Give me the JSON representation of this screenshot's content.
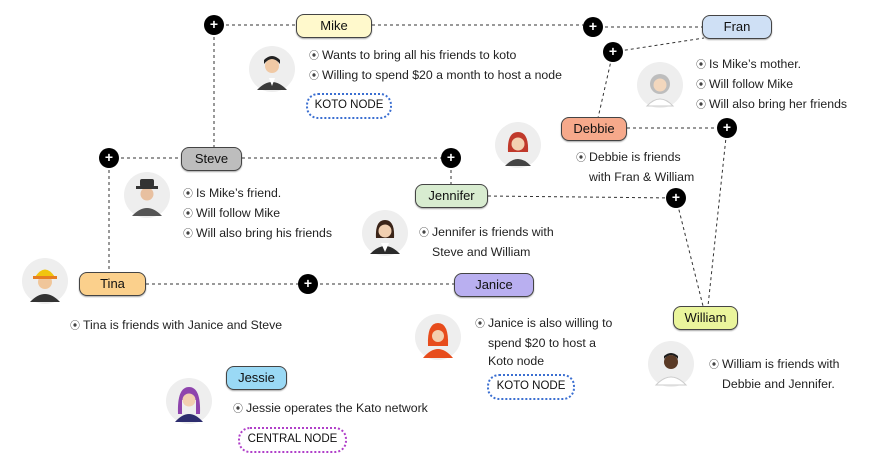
{
  "colors": {
    "mike": "#fff9cc",
    "fran": "#cfe0f5",
    "debbie": "#f6a98b",
    "steve": "#bdbdbd",
    "jennifer": "#d8ecd0",
    "tina": "#fbd08c",
    "janice": "#b9aff0",
    "william": "#eaf59c",
    "jessie": "#9ad9f5",
    "koto_cloud": "#3b6fd1",
    "central_cloud": "#b03fc9"
  },
  "nodes": {
    "mike": "Mike",
    "fran": "Fran",
    "debbie": "Debbie",
    "steve": "Steve",
    "jennifer": "Jennifer",
    "tina": "Tina",
    "janice": "Janice",
    "william": "William",
    "jessie": "Jessie"
  },
  "connector_symbol": "+",
  "notes": {
    "mike": [
      "Wants to bring all his friends to koto",
      "Willing to spend $20 a month to host a node"
    ],
    "fran": [
      "Is Mike’s mother.",
      "Will follow Mike",
      "Will also bring her friends"
    ],
    "debbie": [
      "Debbie is friends",
      "with Fran & William"
    ],
    "steve": [
      "Is Mike’s friend.",
      "Will follow Mike",
      "Will also bring his friends"
    ],
    "jennifer": [
      "Jennifer is friends with",
      "Steve and William"
    ],
    "tina": [
      "Tina is friends with Janice and Steve"
    ],
    "janice": [
      "Janice is also willing to",
      "spend $20 to host a",
      "Koto node"
    ],
    "william": [
      "William is friends with",
      "Debbie and Jennifer."
    ],
    "jessie": [
      "Jessie operates the Kato network"
    ]
  },
  "badges": {
    "mike": "KOTO NODE",
    "janice": "KOTO NODE",
    "jessie": "CENTRAL NODE"
  },
  "icons": {
    "mike": "man-in-suit-icon",
    "fran": "grey-haired-woman-icon",
    "debbie": "red-haired-woman-icon",
    "steve": "man-in-hat-icon",
    "jennifer": "woman-in-blazer-icon",
    "tina": "firefighter-icon",
    "janice": "woman-in-hijab-icon",
    "william": "man-in-white-shirt-icon",
    "jessie": "purple-haired-woman-icon"
  }
}
